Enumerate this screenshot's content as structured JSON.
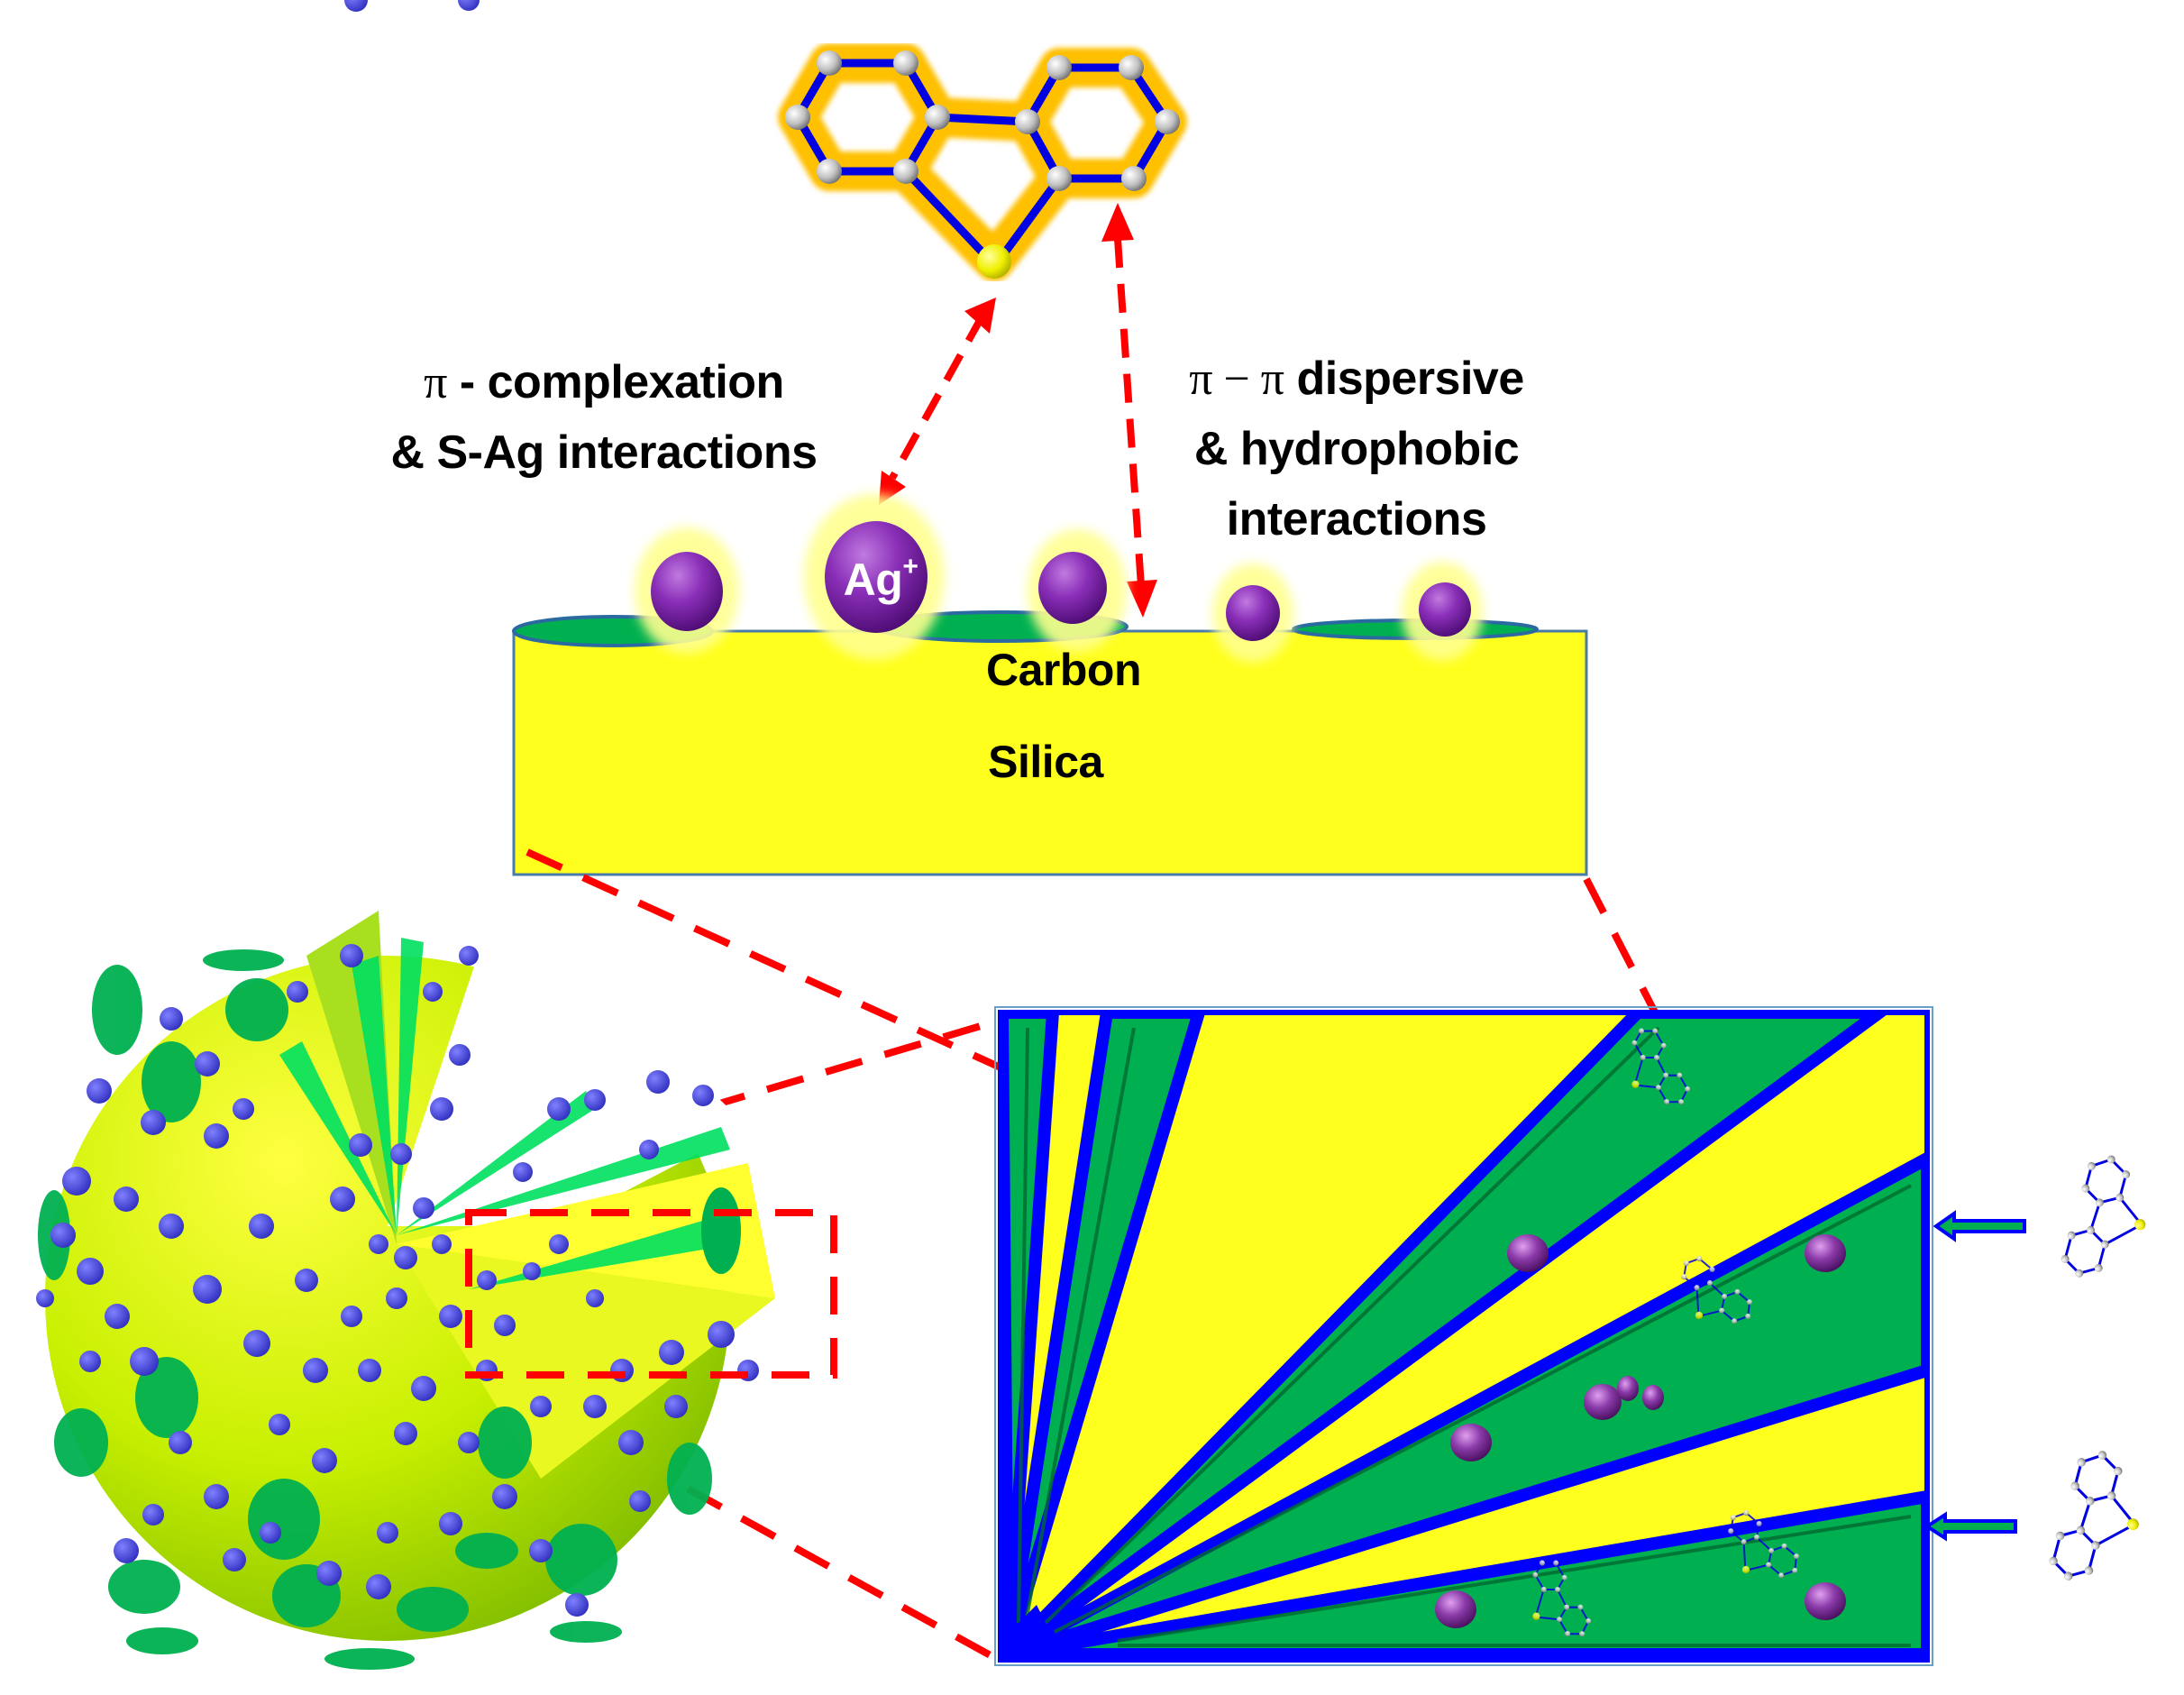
{
  "figure": {
    "type": "schematic",
    "description": "Adsorption mechanism of dibenzothiophene on Ag+ loaded carbon-coated silica"
  },
  "labels": {
    "left_interaction": {
      "line1_symbol": "π",
      "line1_text": " - complexation",
      "line2": "& S-Ag interactions"
    },
    "right_interaction": {
      "line1_symbol_a": "π",
      "line1_dash": " − ",
      "line1_symbol_b": "π",
      "line1_text": " dispersive",
      "line2": "& hydrophobic",
      "line3": "interactions"
    },
    "layer_carbon": "Carbon",
    "layer_silica": "Silica",
    "ion_label": "Ag",
    "ion_charge": "+"
  },
  "components": {
    "top_molecule": "dibenzothiophene (DBT) with highlighted glow",
    "substrate": [
      "Silica support",
      "Carbon patches",
      "Ag+ nanoparticles"
    ],
    "sphere": "mesoporous carbon-silica particle with Ag+ dots",
    "pore_panel": "radial pore channels with Ag+ and DBT molecules",
    "incoming_molecules": 2
  },
  "colors": {
    "silica_yellow": "#ffff1e",
    "carbon_green": "#00b050",
    "pore_wall_blue": "#0000ff",
    "ag_purple": "#7a2aa0",
    "arrow_red": "#ff0000",
    "glow_orange": "#ffc000",
    "sulfur_yellow": "#ffff00",
    "carbon_atom_gray": "#c8c8c8"
  }
}
